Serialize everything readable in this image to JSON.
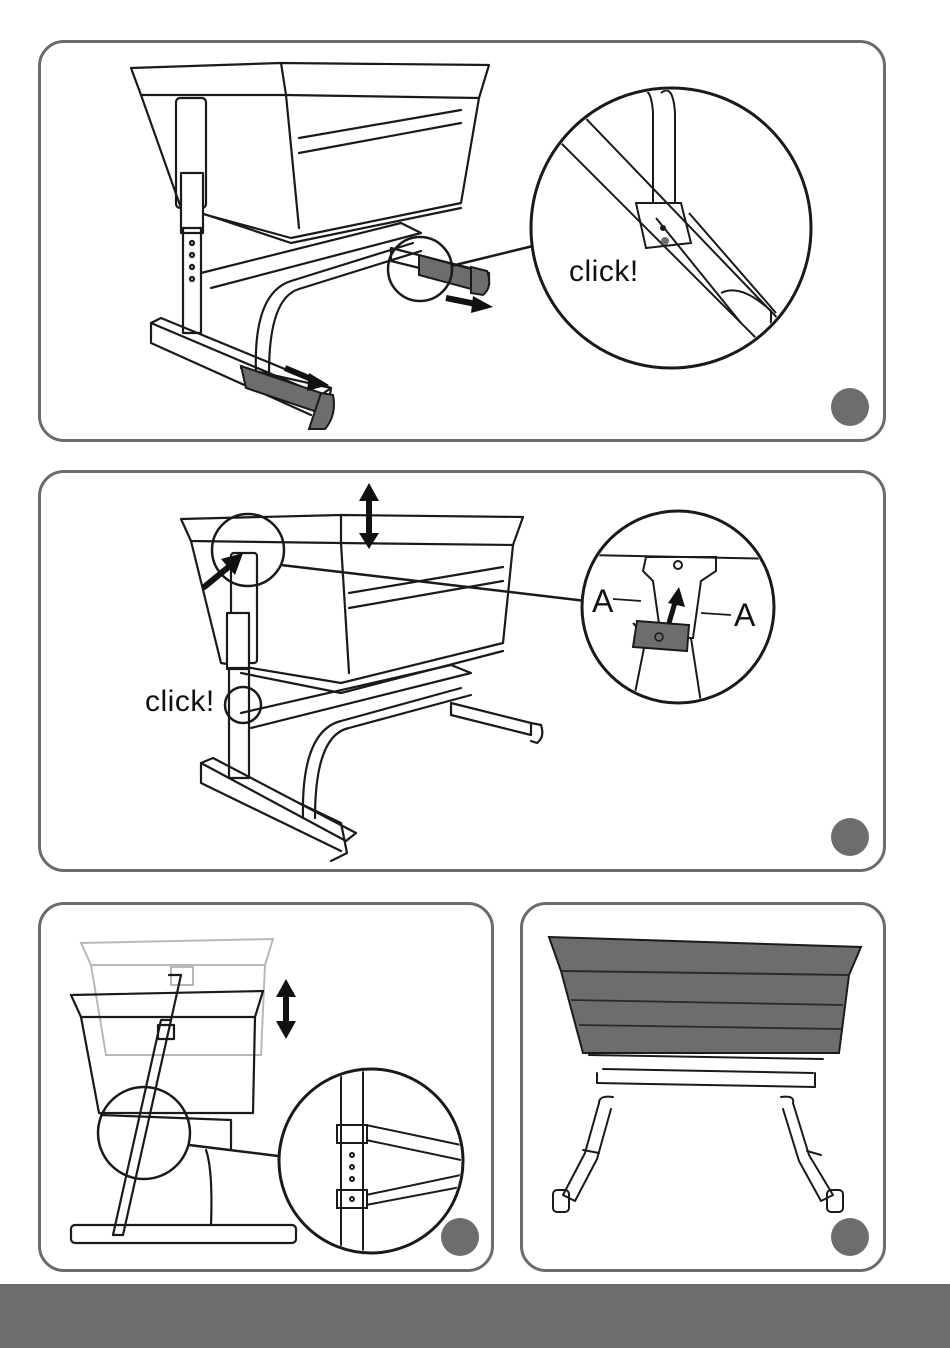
{
  "panels": {
    "p1": {
      "callout_text": "click!",
      "step_marker": ""
    },
    "p2": {
      "callout_text": "click!",
      "marker_left": "A",
      "marker_right": "A",
      "step_marker": ""
    },
    "p3": {
      "step_marker": ""
    },
    "p4": {
      "step_marker": ""
    }
  },
  "colors": {
    "frame_border": "#6b6b6b",
    "step_dot": "#6d6d6d",
    "handle_fill": "#6d6d6d",
    "footer_bar": "#6d6d6d",
    "line": "#1a1a1a"
  },
  "icons": [
    "arrow-right-icon",
    "double-arrow-vertical-icon",
    "arrow-up-icon"
  ]
}
